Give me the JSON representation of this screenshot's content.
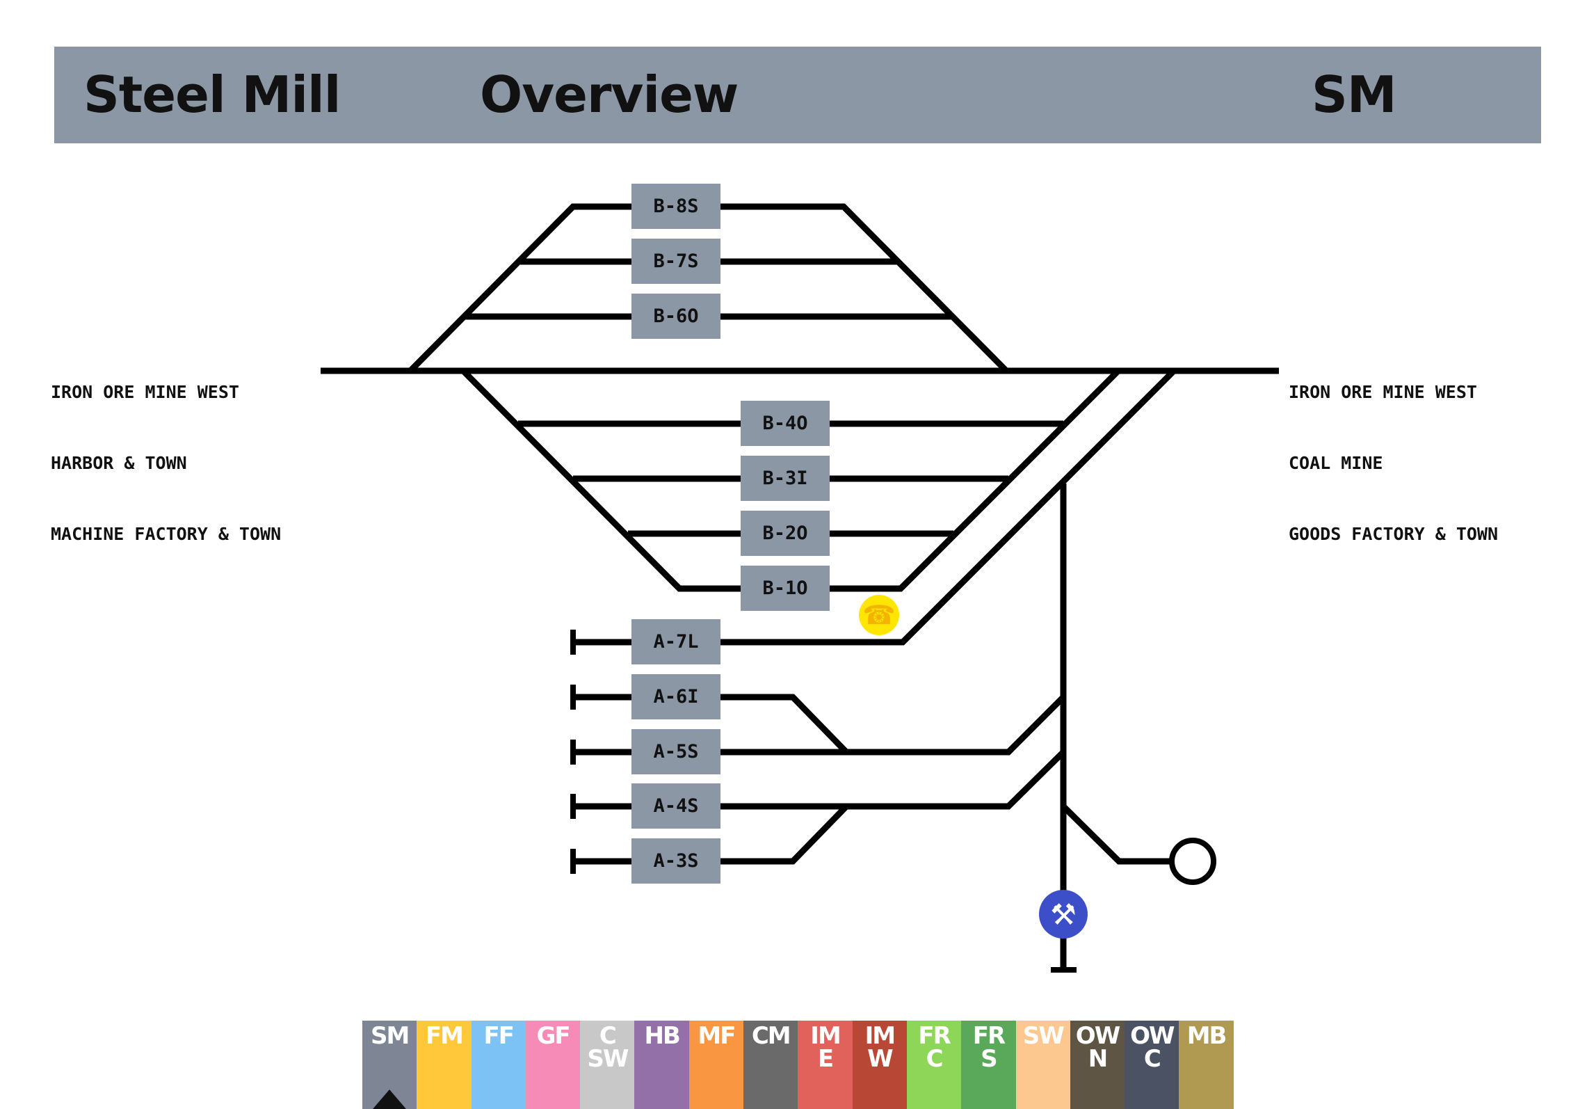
{
  "header": {
    "title": "Steel Mill",
    "view": "Overview",
    "code": "SM",
    "background": "#8c97a6"
  },
  "destinations": {
    "left": [
      "IRON ORE MINE WEST",
      "HARBOR & TOWN",
      "MACHINE FACTORY & TOWN"
    ],
    "right": [
      "IRON ORE MINE WEST",
      "COAL MINE",
      "GOODS FACTORY & TOWN"
    ]
  },
  "tracks": {
    "upper": [
      {
        "id": "b8s",
        "label": "B-8S"
      },
      {
        "id": "b7s",
        "label": "B-7S"
      },
      {
        "id": "b6o",
        "label": "B-6O"
      }
    ],
    "lower": [
      {
        "id": "b4o",
        "label": "B-4O"
      },
      {
        "id": "b3i",
        "label": "B-3I"
      },
      {
        "id": "b2o",
        "label": "B-2O"
      },
      {
        "id": "b1o",
        "label": "B-1O"
      }
    ],
    "a_yard": [
      {
        "id": "a7l",
        "label": "A-7L"
      },
      {
        "id": "a6i",
        "label": "A-6I"
      },
      {
        "id": "a5s",
        "label": "A-5S"
      },
      {
        "id": "a4s",
        "label": "A-4S"
      },
      {
        "id": "a3s",
        "label": "A-3S"
      }
    ]
  },
  "icons": {
    "phone": {
      "name": "phone-icon",
      "glyph": "☎",
      "color": "#ffe600"
    },
    "tools": {
      "name": "tools-icon",
      "glyph": "⚒",
      "color": "#3d4fc8"
    },
    "turntable": {
      "name": "turntable-circle-icon"
    }
  },
  "tabs": [
    {
      "id": "sm",
      "lines": [
        "SM"
      ],
      "color": "#7e8594",
      "active": true
    },
    {
      "id": "fm",
      "lines": [
        "FM"
      ],
      "color": "#ffc83a",
      "active": false
    },
    {
      "id": "ff",
      "lines": [
        "FF"
      ],
      "color": "#7cc2f5",
      "active": false
    },
    {
      "id": "gf",
      "lines": [
        "GF"
      ],
      "color": "#f68bb8",
      "active": false
    },
    {
      "id": "csw",
      "lines": [
        "C",
        "SW"
      ],
      "color": "#c8c8c8",
      "active": false
    },
    {
      "id": "hb",
      "lines": [
        "HB"
      ],
      "color": "#9470a8",
      "active": false
    },
    {
      "id": "mf",
      "lines": [
        "MF"
      ],
      "color": "#f99642",
      "active": false
    },
    {
      "id": "cm",
      "lines": [
        "CM"
      ],
      "color": "#6a6a6a",
      "active": false
    },
    {
      "id": "ime",
      "lines": [
        "IM",
        "E"
      ],
      "color": "#e0625a",
      "active": false
    },
    {
      "id": "imw",
      "lines": [
        "IM",
        "W"
      ],
      "color": "#b84736",
      "active": false
    },
    {
      "id": "frc",
      "lines": [
        "FR",
        "C"
      ],
      "color": "#8ed657",
      "active": false
    },
    {
      "id": "frs",
      "lines": [
        "FR",
        "S"
      ],
      "color": "#5aa95a",
      "active": false
    },
    {
      "id": "sw",
      "lines": [
        "SW"
      ],
      "color": "#fcc890",
      "active": false
    },
    {
      "id": "own",
      "lines": [
        "OW",
        "N"
      ],
      "color": "#5e5544",
      "active": false
    },
    {
      "id": "owc",
      "lines": [
        "OW",
        "C"
      ],
      "color": "#4a5264",
      "active": false
    },
    {
      "id": "mb",
      "lines": [
        "MB"
      ],
      "color": "#b09a52",
      "active": false
    }
  ]
}
